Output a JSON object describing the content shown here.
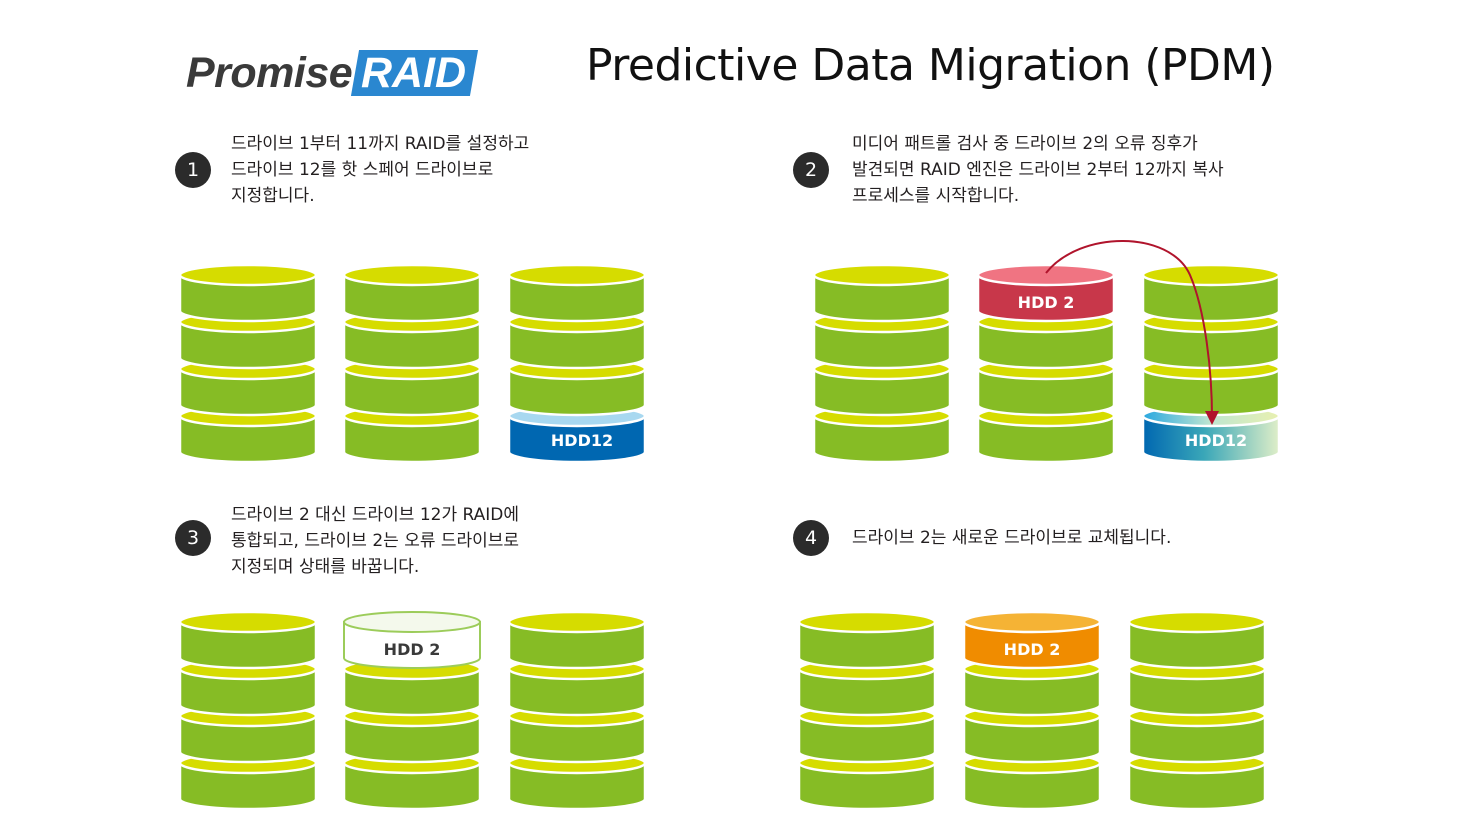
{
  "logo": {
    "promise": "Promise",
    "raid": "RAID"
  },
  "title": "Predictive Data Migration (PDM)",
  "steps": [
    {
      "number": "1",
      "text": "드라이브 1부터 11까지 RAID를 설정하고\n드라이브 12를 핫 스페어 드라이브로\n지정합니다."
    },
    {
      "number": "2",
      "text": "미디어 패트롤 검사 중 드라이브 2의 오류 징후가\n발견되면 RAID 엔진은 드라이브 2부터 12까지 복사\n프로세스를 시작합니다."
    },
    {
      "number": "3",
      "text": "드라이브 2 대신 드라이브 12가 RAID에\n통합되고, 드라이브 2는 오류 드라이브로\n지정되며 상태를 바꿉니다."
    },
    {
      "number": "4",
      "text": "드라이브 2는 새로운 드라이브로 교체됩니다."
    }
  ],
  "disk_labels": {
    "step1_hdd12": "HDD12",
    "step2_hdd2": "HDD 2",
    "step2_hdd12": "HDD12",
    "step3_hdd2": "HDD 2",
    "step4_hdd2": "HDD 2"
  },
  "colors": {
    "disk_top": "#d6dc00",
    "disk_side": "#86bc25",
    "hdd12_side": "#0067b1",
    "hdd12_top": "#a8d8f0",
    "failing_side": "#c8374a",
    "failing_top": "#f07482",
    "replaced_side": "#f08c00",
    "replaced_top": "#f5b335",
    "arrow": "#b0142c"
  }
}
